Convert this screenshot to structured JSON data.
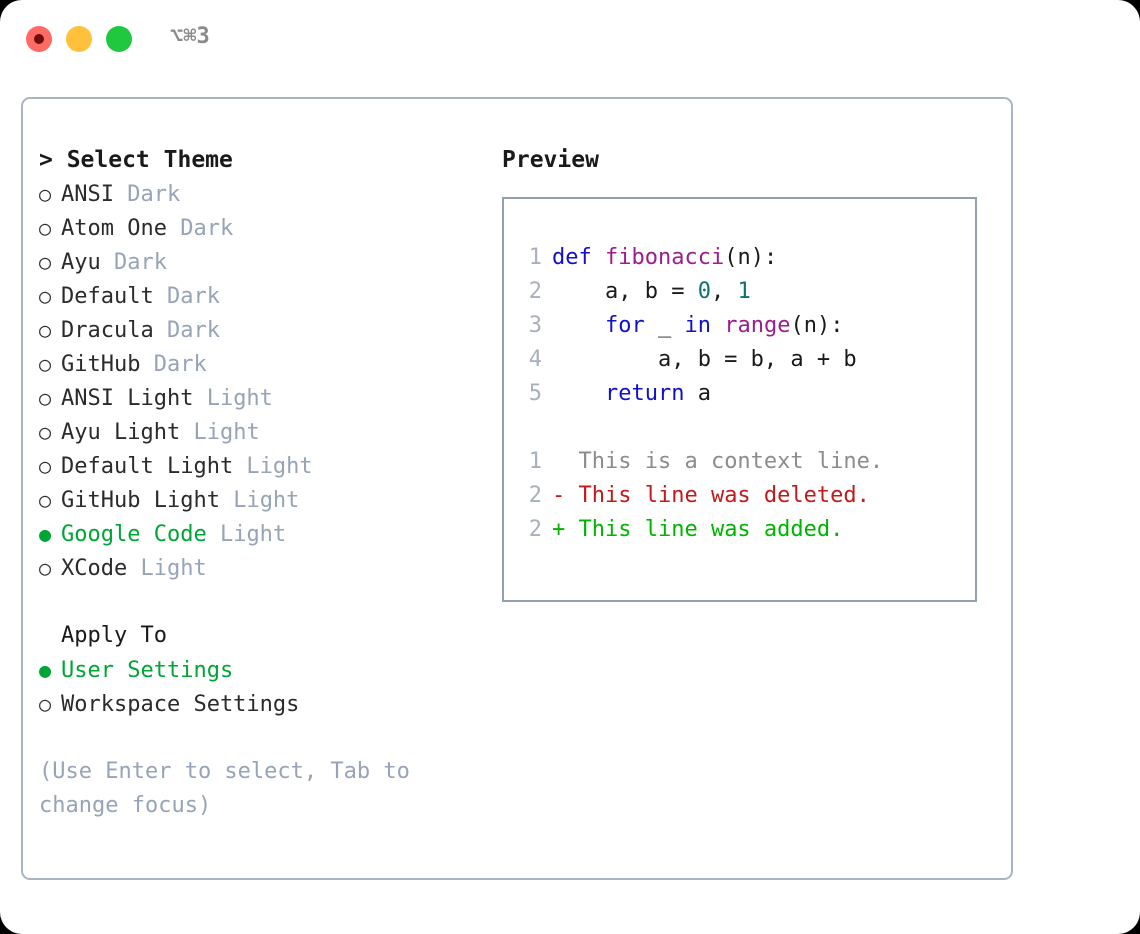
{
  "titlebar": {
    "shortcut": "⌥⌘3",
    "buttons": [
      {
        "name": "close",
        "color": "#ff6b63"
      },
      {
        "name": "minimize",
        "color": "#ffc13c"
      },
      {
        "name": "maximize",
        "color": "#20c840"
      }
    ]
  },
  "colors": {
    "accent_green": "#00a635",
    "muted": "#97a3b6",
    "border": "#aab4c2",
    "panel_border": "#93a0b2",
    "keyword": "#1111cc",
    "function": "#9b1d8e",
    "number": "#0a7474",
    "diff_deleted": "#c21a1a",
    "diff_added": "#00b400",
    "diff_context": "#8c8c8c"
  },
  "left": {
    "heading": "> Select Theme",
    "themes": [
      {
        "bullet": "○",
        "name": "ANSI",
        "tag": "Dark",
        "selected": false
      },
      {
        "bullet": "○",
        "name": "Atom One",
        "tag": "Dark",
        "selected": false
      },
      {
        "bullet": "○",
        "name": "Ayu",
        "tag": "Dark",
        "selected": false
      },
      {
        "bullet": "○",
        "name": "Default",
        "tag": "Dark",
        "selected": false
      },
      {
        "bullet": "○",
        "name": "Dracula",
        "tag": "Dark",
        "selected": false
      },
      {
        "bullet": "○",
        "name": "GitHub",
        "tag": "Dark",
        "selected": false
      },
      {
        "bullet": "○",
        "name": "ANSI Light",
        "tag": "Light",
        "selected": false
      },
      {
        "bullet": "○",
        "name": "Ayu Light",
        "tag": "Light",
        "selected": false
      },
      {
        "bullet": "○",
        "name": "Default Light",
        "tag": "Light",
        "selected": false
      },
      {
        "bullet": "○",
        "name": "GitHub Light",
        "tag": "Light",
        "selected": false
      },
      {
        "bullet": "●",
        "name": "Google Code",
        "tag": "Light",
        "selected": true
      },
      {
        "bullet": "○",
        "name": "XCode",
        "tag": "Light",
        "selected": false
      }
    ],
    "apply_to": {
      "heading": "Apply To",
      "options": [
        {
          "bullet": "●",
          "label": "User Settings",
          "selected": true
        },
        {
          "bullet": "○",
          "label": "Workspace Settings",
          "selected": false
        }
      ]
    },
    "hint": "(Use Enter to select, Tab to change focus)"
  },
  "right": {
    "heading": "Preview",
    "code_lines": [
      {
        "no": "1",
        "tokens": [
          {
            "t": "def ",
            "c": "kw"
          },
          {
            "t": "fibonacci",
            "c": "fn"
          },
          {
            "t": "(n):",
            "c": "pl"
          }
        ]
      },
      {
        "no": "2",
        "tokens": [
          {
            "t": "    a, b = ",
            "c": "pl"
          },
          {
            "t": "0",
            "c": "num"
          },
          {
            "t": ", ",
            "c": "pl"
          },
          {
            "t": "1",
            "c": "num"
          }
        ]
      },
      {
        "no": "3",
        "tokens": [
          {
            "t": "    ",
            "c": "pl"
          },
          {
            "t": "for",
            "c": "kw"
          },
          {
            "t": " _ ",
            "c": "pl"
          },
          {
            "t": "in",
            "c": "kw"
          },
          {
            "t": " ",
            "c": "pl"
          },
          {
            "t": "range",
            "c": "fn"
          },
          {
            "t": "(n):",
            "c": "pl"
          }
        ]
      },
      {
        "no": "4",
        "tokens": [
          {
            "t": "        a, b = b, a + b",
            "c": "pl"
          }
        ]
      },
      {
        "no": "5",
        "tokens": [
          {
            "t": "    ",
            "c": "pl"
          },
          {
            "t": "return",
            "c": "kw"
          },
          {
            "t": " a",
            "c": "pl"
          }
        ]
      }
    ],
    "diff_lines": [
      {
        "no": "1",
        "marker": " ",
        "text": " This is a context line.",
        "kind": "d-ctx"
      },
      {
        "no": "2",
        "marker": "-",
        "text": " This line was deleted.",
        "kind": "d-del"
      },
      {
        "no": "2",
        "marker": "+",
        "text": " This line was added.",
        "kind": "d-add"
      }
    ]
  }
}
